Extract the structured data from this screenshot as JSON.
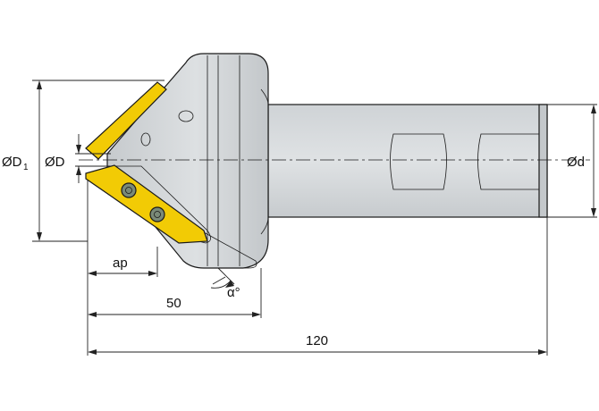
{
  "drawing": {
    "labels": {
      "outer_diameter_symbol": "ØD",
      "outer_diameter_subscript": "1",
      "inner_diameter": "ØD",
      "shank_diameter": "Ød",
      "depth_of_cut": "ap",
      "head_length": "50",
      "total_length": "120",
      "angle": "α°"
    },
    "colors": {
      "body_fill": "#d3d6d9",
      "body_shade": "#b9bdc1",
      "insert_fill": "#f2cb05",
      "screw_fill": "#7a8a78",
      "line": "#1a1a1a"
    }
  }
}
